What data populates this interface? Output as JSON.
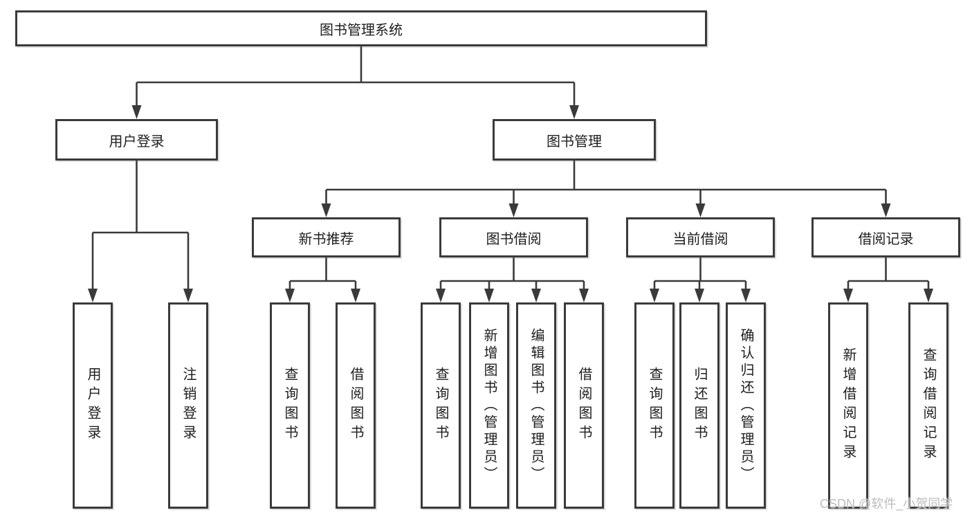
{
  "diagram": {
    "type": "hierarchy-tree",
    "root": {
      "label": "图书管理系统",
      "children": [
        {
          "label": "用户登录",
          "children": [
            {
              "label": "用户登录"
            },
            {
              "label": "注销登录"
            }
          ]
        },
        {
          "label": "图书管理",
          "children": [
            {
              "label": "新书推荐",
              "children": [
                {
                  "label": "查询图书"
                },
                {
                  "label": "借阅图书"
                }
              ]
            },
            {
              "label": "图书借阅",
              "children": [
                {
                  "label": "查询图书"
                },
                {
                  "label": "新增图书（管理员）"
                },
                {
                  "label": "编辑图书（管理员）"
                },
                {
                  "label": "借阅图书"
                }
              ]
            },
            {
              "label": "当前借阅",
              "children": [
                {
                  "label": "查询图书"
                },
                {
                  "label": "归还图书"
                },
                {
                  "label": "确认归还（管理员）"
                }
              ]
            },
            {
              "label": "借阅记录",
              "children": [
                {
                  "label": "新增借阅记录"
                },
                {
                  "label": "查询借阅记录"
                }
              ]
            }
          ]
        }
      ]
    }
  },
  "watermark": {
    "text": "CSDN @软件_小贺同学"
  },
  "colors": {
    "border": "#3a3a3a",
    "line": "#3a3a3a",
    "text": "#1d1d1d",
    "background": "#ffffff",
    "watermark": "#bcbcbc"
  }
}
